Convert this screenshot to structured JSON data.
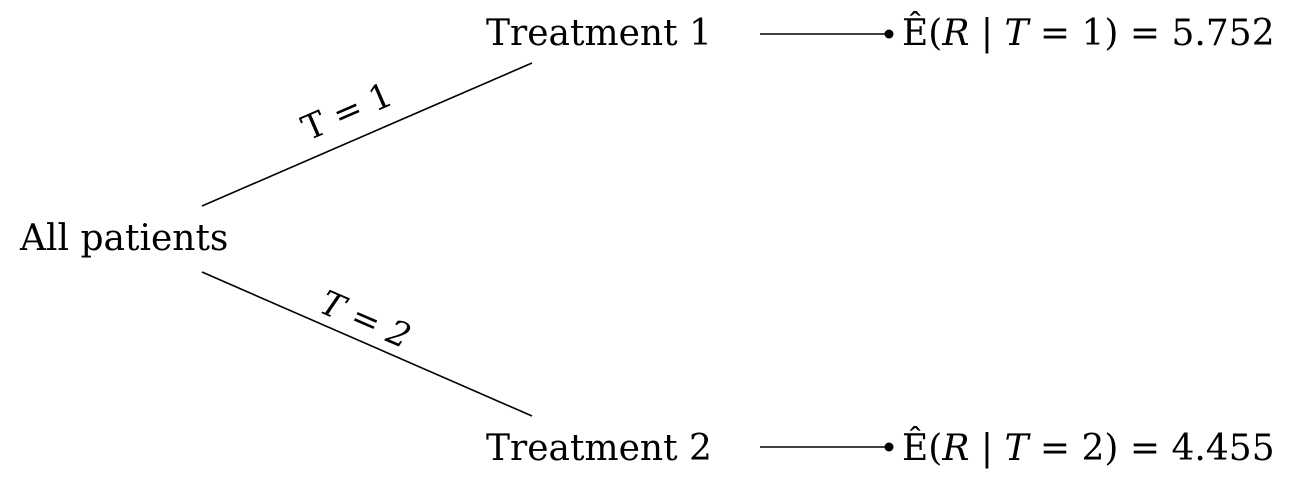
{
  "root": {
    "label": "All patients"
  },
  "branches": [
    {
      "edge_label": "T = 1",
      "node_label": "Treatment 1",
      "outcome": {
        "prefix": "Ê(",
        "var": "R",
        "sep": " | ",
        "cond": "T",
        "eq": " = 1) = ",
        "value": "5.752"
      }
    },
    {
      "edge_label": "T = 2",
      "node_label": "Treatment 2",
      "outcome": {
        "prefix": "Ê(",
        "var": "R",
        "sep": " | ",
        "cond": "T",
        "eq": " = 2) = ",
        "value": "4.455"
      }
    }
  ]
}
